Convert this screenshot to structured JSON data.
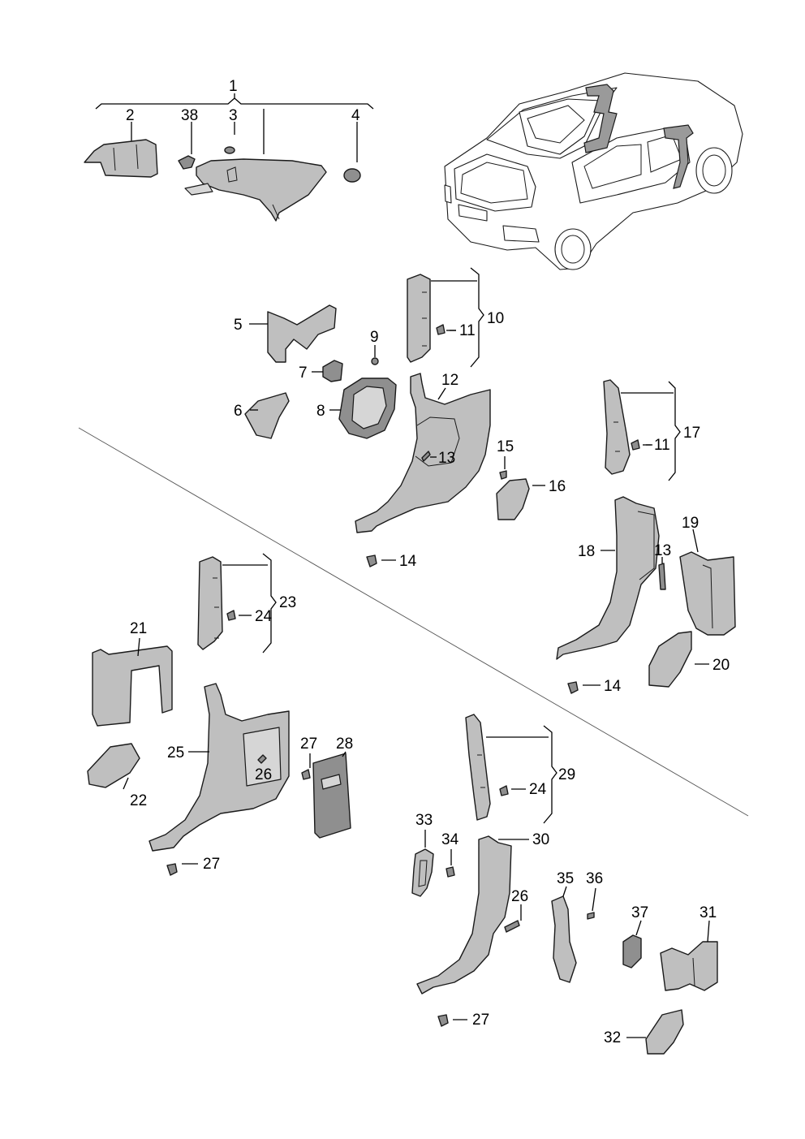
{
  "callouts": {
    "p1": "1",
    "p2": "2",
    "p3": "3",
    "p4": "4",
    "p5": "5",
    "p6": "6",
    "p7": "7",
    "p8": "8",
    "p9": "9",
    "p10": "10",
    "p11a": "11",
    "p11b": "11",
    "p12": "12",
    "p13a": "13",
    "p13b": "13",
    "p14a": "14",
    "p14b": "14",
    "p15": "15",
    "p16": "16",
    "p17": "17",
    "p18": "18",
    "p19": "19",
    "p20": "20",
    "p21": "21",
    "p22": "22",
    "p23": "23",
    "p24a": "24",
    "p24b": "24",
    "p25": "25",
    "p26a": "26",
    "p26b": "26",
    "p27a": "27",
    "p27b": "27",
    "p27c": "27",
    "p28": "28",
    "p29": "29",
    "p30": "30",
    "p31": "31",
    "p32": "32",
    "p33": "33",
    "p34": "34",
    "p35": "35",
    "p36": "36",
    "p37": "37",
    "p38": "38"
  }
}
